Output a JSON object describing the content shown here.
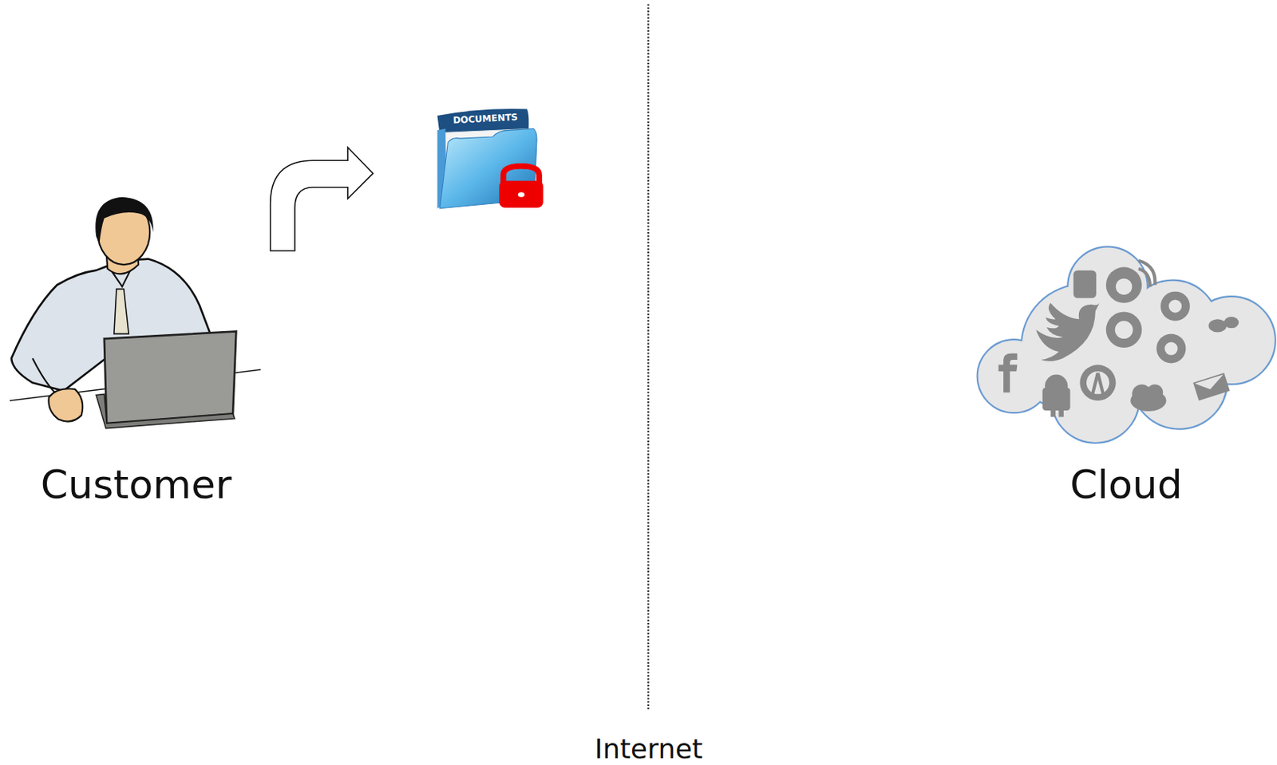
{
  "diagram": {
    "nodes": [
      {
        "text": [
          "Customer"
        ]
      },
      {
        "text": [
          "Cloud"
        ]
      }
    ],
    "labels": [
      "DOCUMENTS",
      "Internet"
    ]
  }
}
